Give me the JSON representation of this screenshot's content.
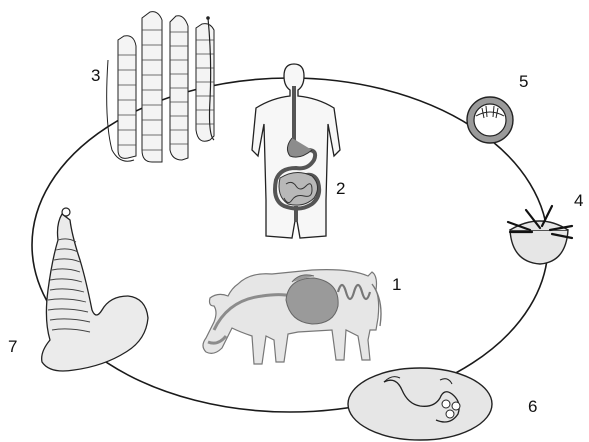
{
  "diagram": {
    "labels": {
      "stage_1": "1",
      "stage_2": "2",
      "stage_3": "3",
      "stage_4": "4",
      "stage_5": "5",
      "stage_6": "6",
      "stage_7": "7"
    }
  },
  "colors": {
    "line": "#1a1a1a",
    "body_fill": "#e6e6e6",
    "organ_fill": "#8c8c8c",
    "organ_light": "#b8b8b8",
    "background": "#ffffff"
  },
  "icons": [
    "adult-tapeworm-icon",
    "human-body-icon",
    "egg-icon",
    "oncosphere-icon",
    "cow-icon",
    "cysticercus-in-muscle-icon",
    "evaginated-scolex-icon"
  ]
}
